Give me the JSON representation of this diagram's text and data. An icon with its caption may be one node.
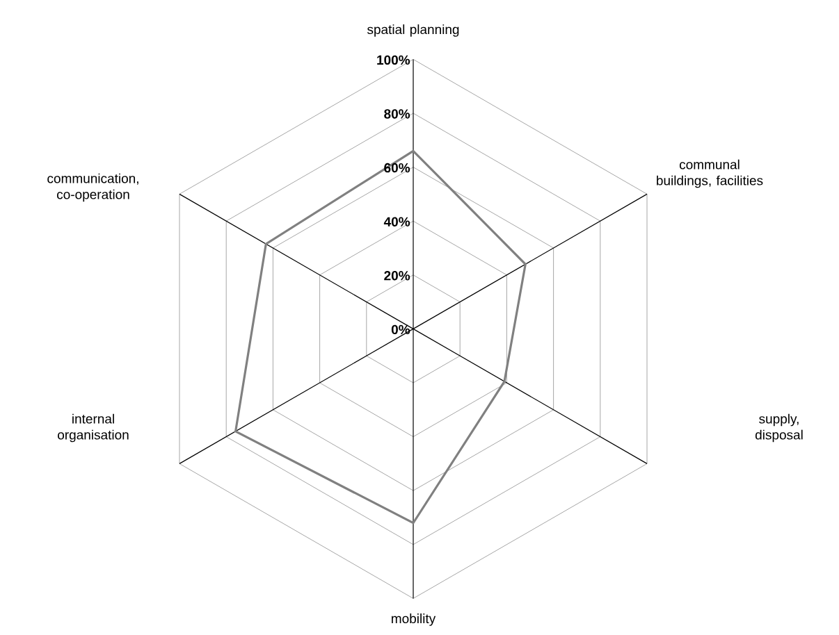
{
  "diagram": {
    "chart_data": {
      "type": "radar",
      "categories": [
        "spatial planning",
        "communal buildings, facilities",
        "supply, disposal",
        "mobility",
        "internal organisation",
        "communication, co-operation"
      ],
      "series": [
        {
          "color": "#808080",
          "values": [
            66,
            48,
            39,
            72,
            76,
            63
          ]
        }
      ],
      "ylim": [
        0,
        100
      ],
      "yticks": [
        {
          "value": 0,
          "label": "0%"
        },
        {
          "value": 20,
          "label": "20%"
        },
        {
          "value": 40,
          "label": "40%"
        },
        {
          "value": 60,
          "label": "60%"
        },
        {
          "value": 80,
          "label": "80%"
        },
        {
          "value": 100,
          "label": "100%"
        }
      ]
    }
  }
}
